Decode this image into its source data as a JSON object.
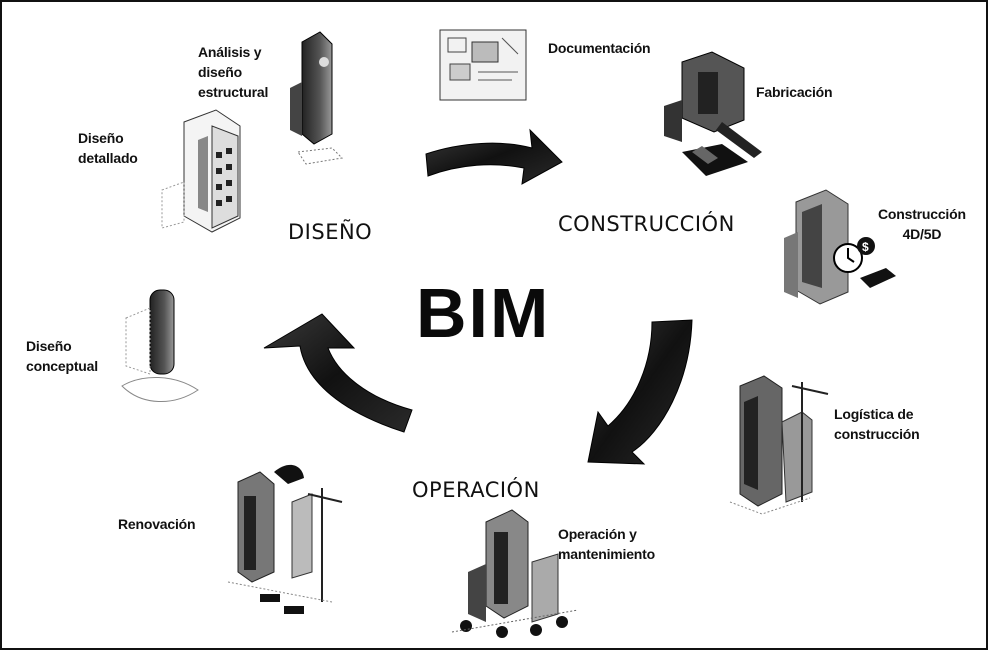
{
  "center": {
    "title": "BIM"
  },
  "phases": {
    "design": "DISEÑO",
    "construction": "CONSTRUCCIÓN",
    "operation": "OPERACIÓN"
  },
  "stages": {
    "structural": [
      "Análisis y",
      "diseño",
      "estructural"
    ],
    "documentation": "Documentación",
    "fabrication": "Fabricación",
    "construction_4d5d": [
      "Construcción",
      "4D/5D"
    ],
    "detailed": [
      "Diseño",
      "detallado"
    ],
    "conceptual": [
      "Diseño",
      "conceptual"
    ],
    "logistics": [
      "Logística de",
      "construcción"
    ],
    "operation_maintenance": [
      "Operación y",
      "mantenimiento"
    ],
    "renovation": "Renovación"
  }
}
